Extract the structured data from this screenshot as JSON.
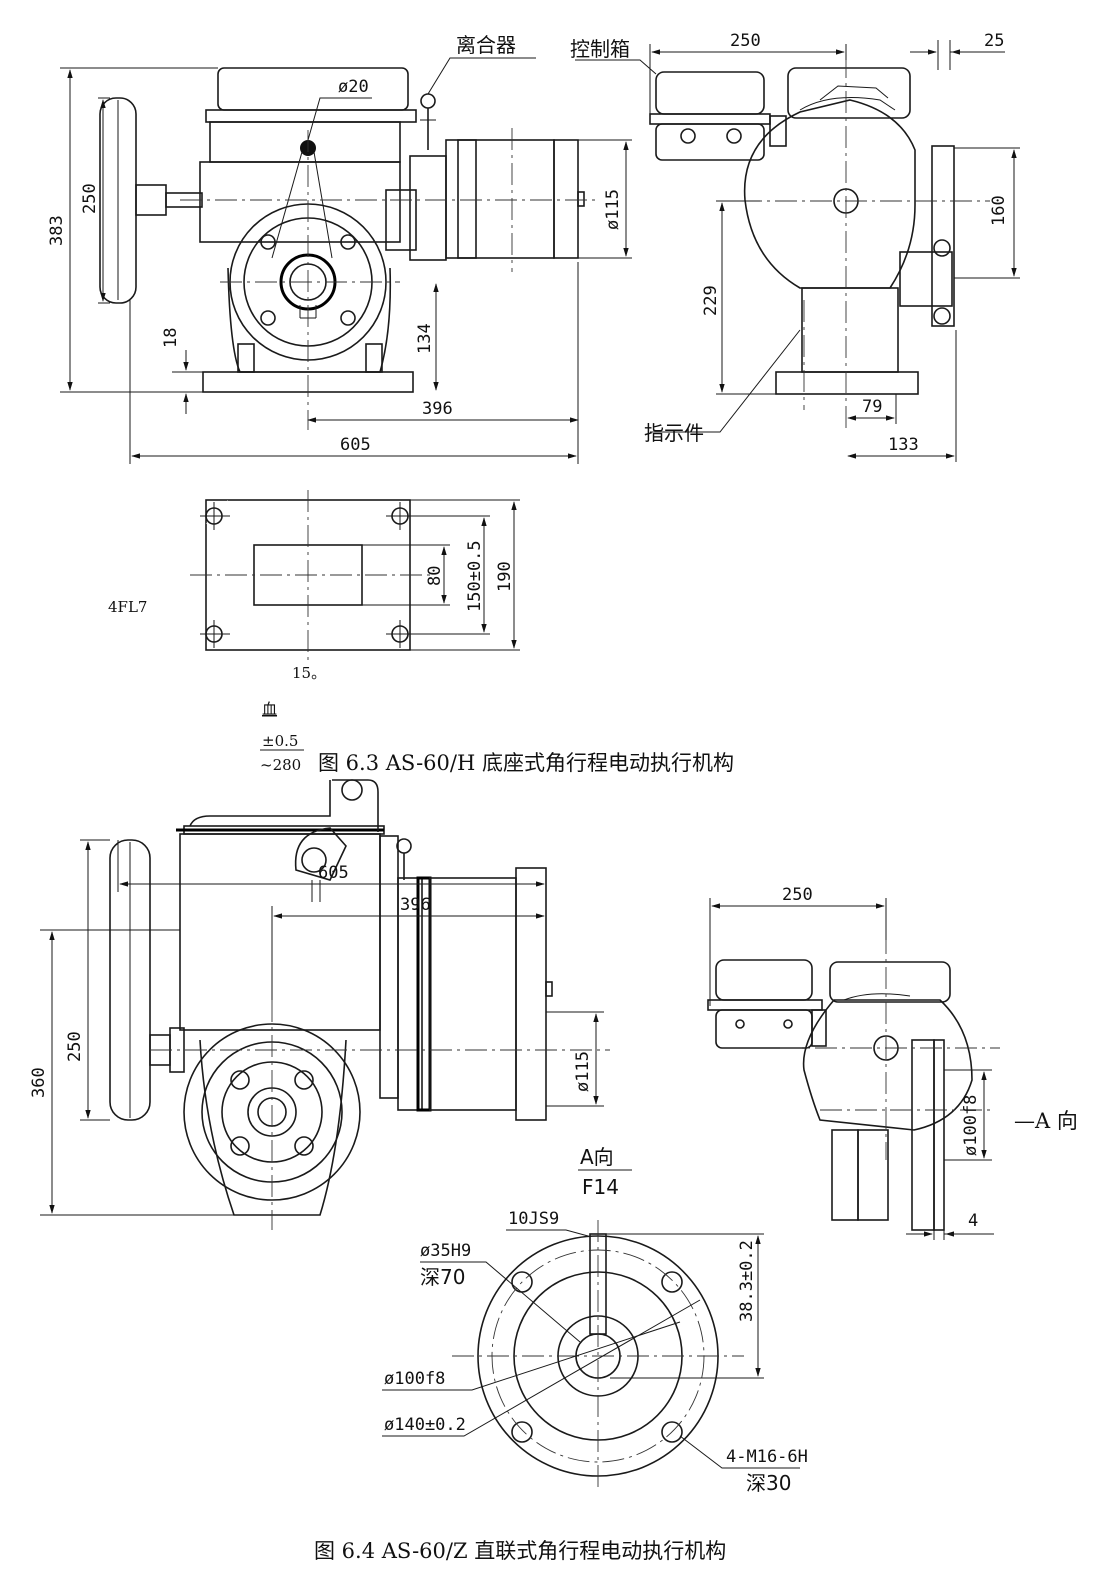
{
  "figure1": {
    "labels": {
      "clutch": "离合器",
      "control_box": "控制箱",
      "indicator": "指示件"
    },
    "dims": {
      "phi20": "ø20",
      "d250": "250",
      "d383": "383",
      "d18": "18",
      "d134": "134",
      "d396": "396",
      "d605": "605",
      "phi115": "ø115",
      "top250": "250",
      "d25": "25",
      "d160": "160",
      "d229": "229",
      "d79": "79",
      "d133": "133"
    },
    "base": {
      "d80": "80",
      "d150": "150±0.5",
      "d190": "190"
    },
    "ocr": {
      "left": "4FL7",
      "fifteen": "15。",
      "xue": "血",
      "pm": "±0.5",
      "approx": "~280"
    },
    "caption": "图 6.3 AS-60/H 底座式角行程电动执行机构"
  },
  "figure2": {
    "dims": {
      "d605": "605",
      "d396": "396",
      "d360": "360",
      "d250": "250",
      "phi115": "ø115",
      "top250": "250",
      "phi100f8_side": "ø100f8",
      "d4": "4"
    },
    "a_arrow": "—A 向",
    "view": {
      "title_a": "A向",
      "title_f": "F14",
      "d10js9": "10JS9",
      "phi35": "ø35H9",
      "depth70": "深70",
      "d383": "38.3±0.2",
      "phi100": "ø100f8",
      "phi140": "ø140±0.2",
      "m16": "4-M16-6H",
      "depth30": "深30"
    },
    "caption": "图 6.4 AS-60/Z 直联式角行程电动执行机构"
  }
}
